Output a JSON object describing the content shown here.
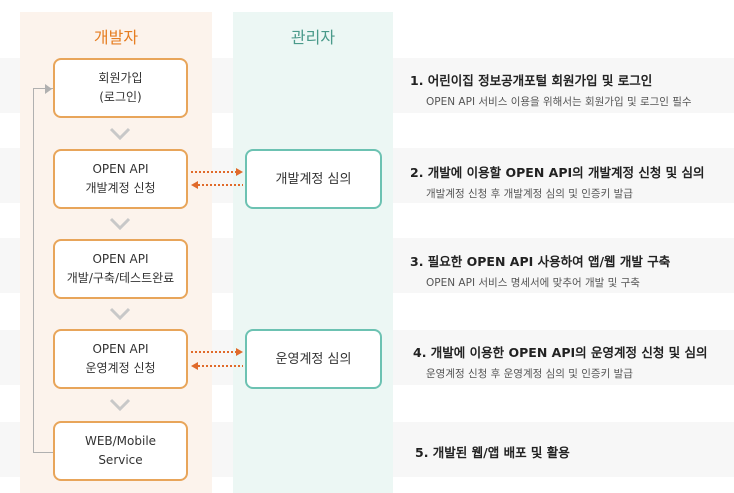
{
  "columns": {
    "developer": "개발자",
    "admin": "관리자"
  },
  "dev_boxes": [
    {
      "line1": "회원가입",
      "line2": "(로그인)"
    },
    {
      "line1": "OPEN API",
      "line2": "개발계정 신청"
    },
    {
      "line1": "OPEN API",
      "line2": "개발/구축/테스트완료"
    },
    {
      "line1": "OPEN API",
      "line2": "운영계정 신청"
    },
    {
      "line1": "WEB/Mobile",
      "line2": "Service"
    }
  ],
  "admin_boxes": [
    {
      "label": "개발계정 심의"
    },
    {
      "label": "운영계정 심의"
    }
  ],
  "steps": [
    {
      "title": "1. 어린이집 정보공개포털 회원가입 및 로그인",
      "desc": "OPEN API 서비스 이용을 위해서는 회원가입 및 로그인 필수"
    },
    {
      "title": "2. 개발에 이용할 OPEN API의 개발계정 신청 및 심의",
      "desc": "개발계정 신청 후 개발계정 심의 및 인증키 발급"
    },
    {
      "title": "3. 필요한 OPEN API 사용하여 앱/웹 개발 구축",
      "desc": "OPEN API 서비스 명세서에 맞추어 개발 및 구축"
    },
    {
      "title": "4. 개발에 이용한 OPEN API의 운영계정 신청 및 심의",
      "desc": "운영계정 신청 후 운영계정 심의 및 인증키 발급"
    },
    {
      "title": "5. 개발된 웹/앱 배포 및 활용",
      "desc": ""
    }
  ],
  "colors": {
    "dev_accent": "#e8a55a",
    "admin_accent": "#6cc2b2",
    "dev_title": "#e67e22",
    "admin_title": "#4a9a8a"
  }
}
